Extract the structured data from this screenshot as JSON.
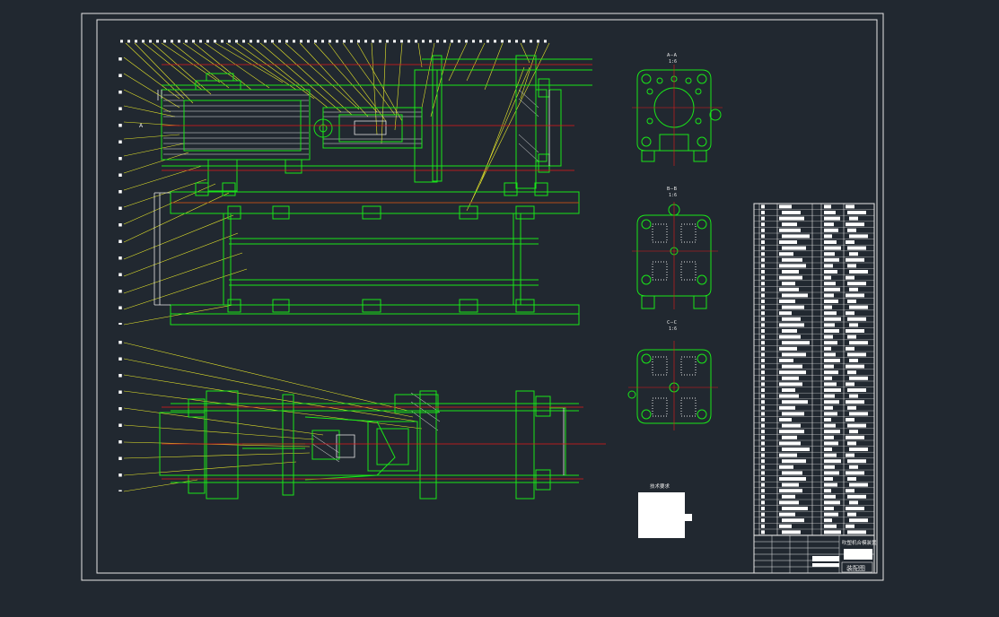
{
  "sheet": {
    "view_labels": {
      "a_a": "A—A",
      "a_a_scale": "1:6",
      "b_b": "B—B",
      "b_b_scale": "1:6",
      "c_c": "C—C",
      "c_c_scale": "1:6",
      "marker_a": "A"
    },
    "notes_title": "技术要求",
    "title_block": {
      "drawing_title": "吹塑机合模装置",
      "sheet_code": "装配图"
    }
  },
  "colors": {
    "background": "#212830",
    "frame": "#e6e6e6",
    "outline": "#19e619",
    "centerline": "#e61919",
    "leader": "#e6e62a",
    "text": "#e8e8e8",
    "hatch": "#e8e8e8"
  }
}
